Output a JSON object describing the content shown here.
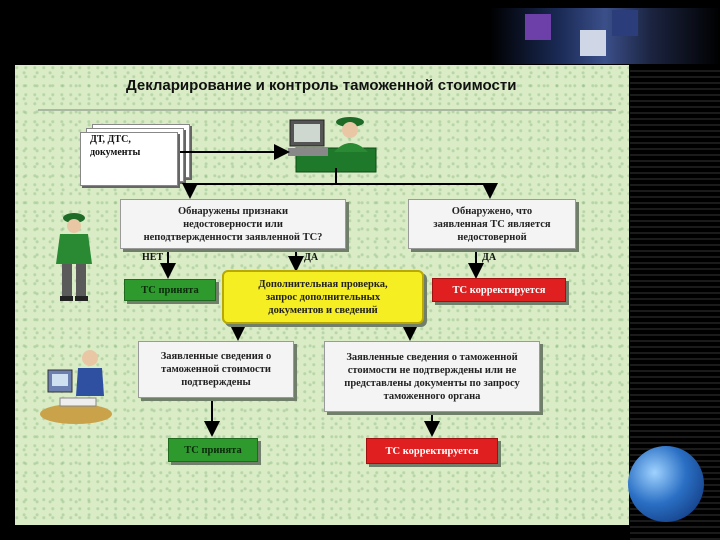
{
  "title": "Декларирование и контроль таможенной стоимости",
  "documents": [
    "ДТ, ДТС,",
    "документы"
  ],
  "icons": {
    "operator": "customs-officer-at-computer-icon",
    "officer": "customs-officer-icon",
    "clerk": "clerk-with-documents-icon",
    "globe": "globe-icon"
  },
  "colors": {
    "green": "#2e9a2e",
    "red": "#e02020",
    "yellow": "#f5ee22",
    "panel": "#d9ecc6"
  },
  "boxes": {
    "detected_left": [
      "Обнаружены признаки",
      "недостоверности или",
      "неподтвержденности заявленной ТС?"
    ],
    "detected_right": [
      "Обнаружено, что",
      "заявленная ТС является",
      "недостоверной"
    ],
    "accepted_top": "ТС принята",
    "additional_check": [
      "Дополнительная проверка,",
      "запрос дополнительных",
      "документов и сведений"
    ],
    "corrected_top": "ТС корректируется",
    "confirmed": [
      "Заявленные сведения о",
      "таможенной стоимости",
      "подтверждены"
    ],
    "not_confirmed": [
      "Заявленные сведения о таможенной",
      "стоимости не подтверждены или не",
      "представлены документы по запросу",
      "таможенного органа"
    ],
    "accepted_bottom": "ТС принята",
    "corrected_bottom": "ТС корректируется"
  },
  "labels": {
    "no": "НЕТ",
    "yes_left": "ДА",
    "yes_right": "ДА"
  }
}
